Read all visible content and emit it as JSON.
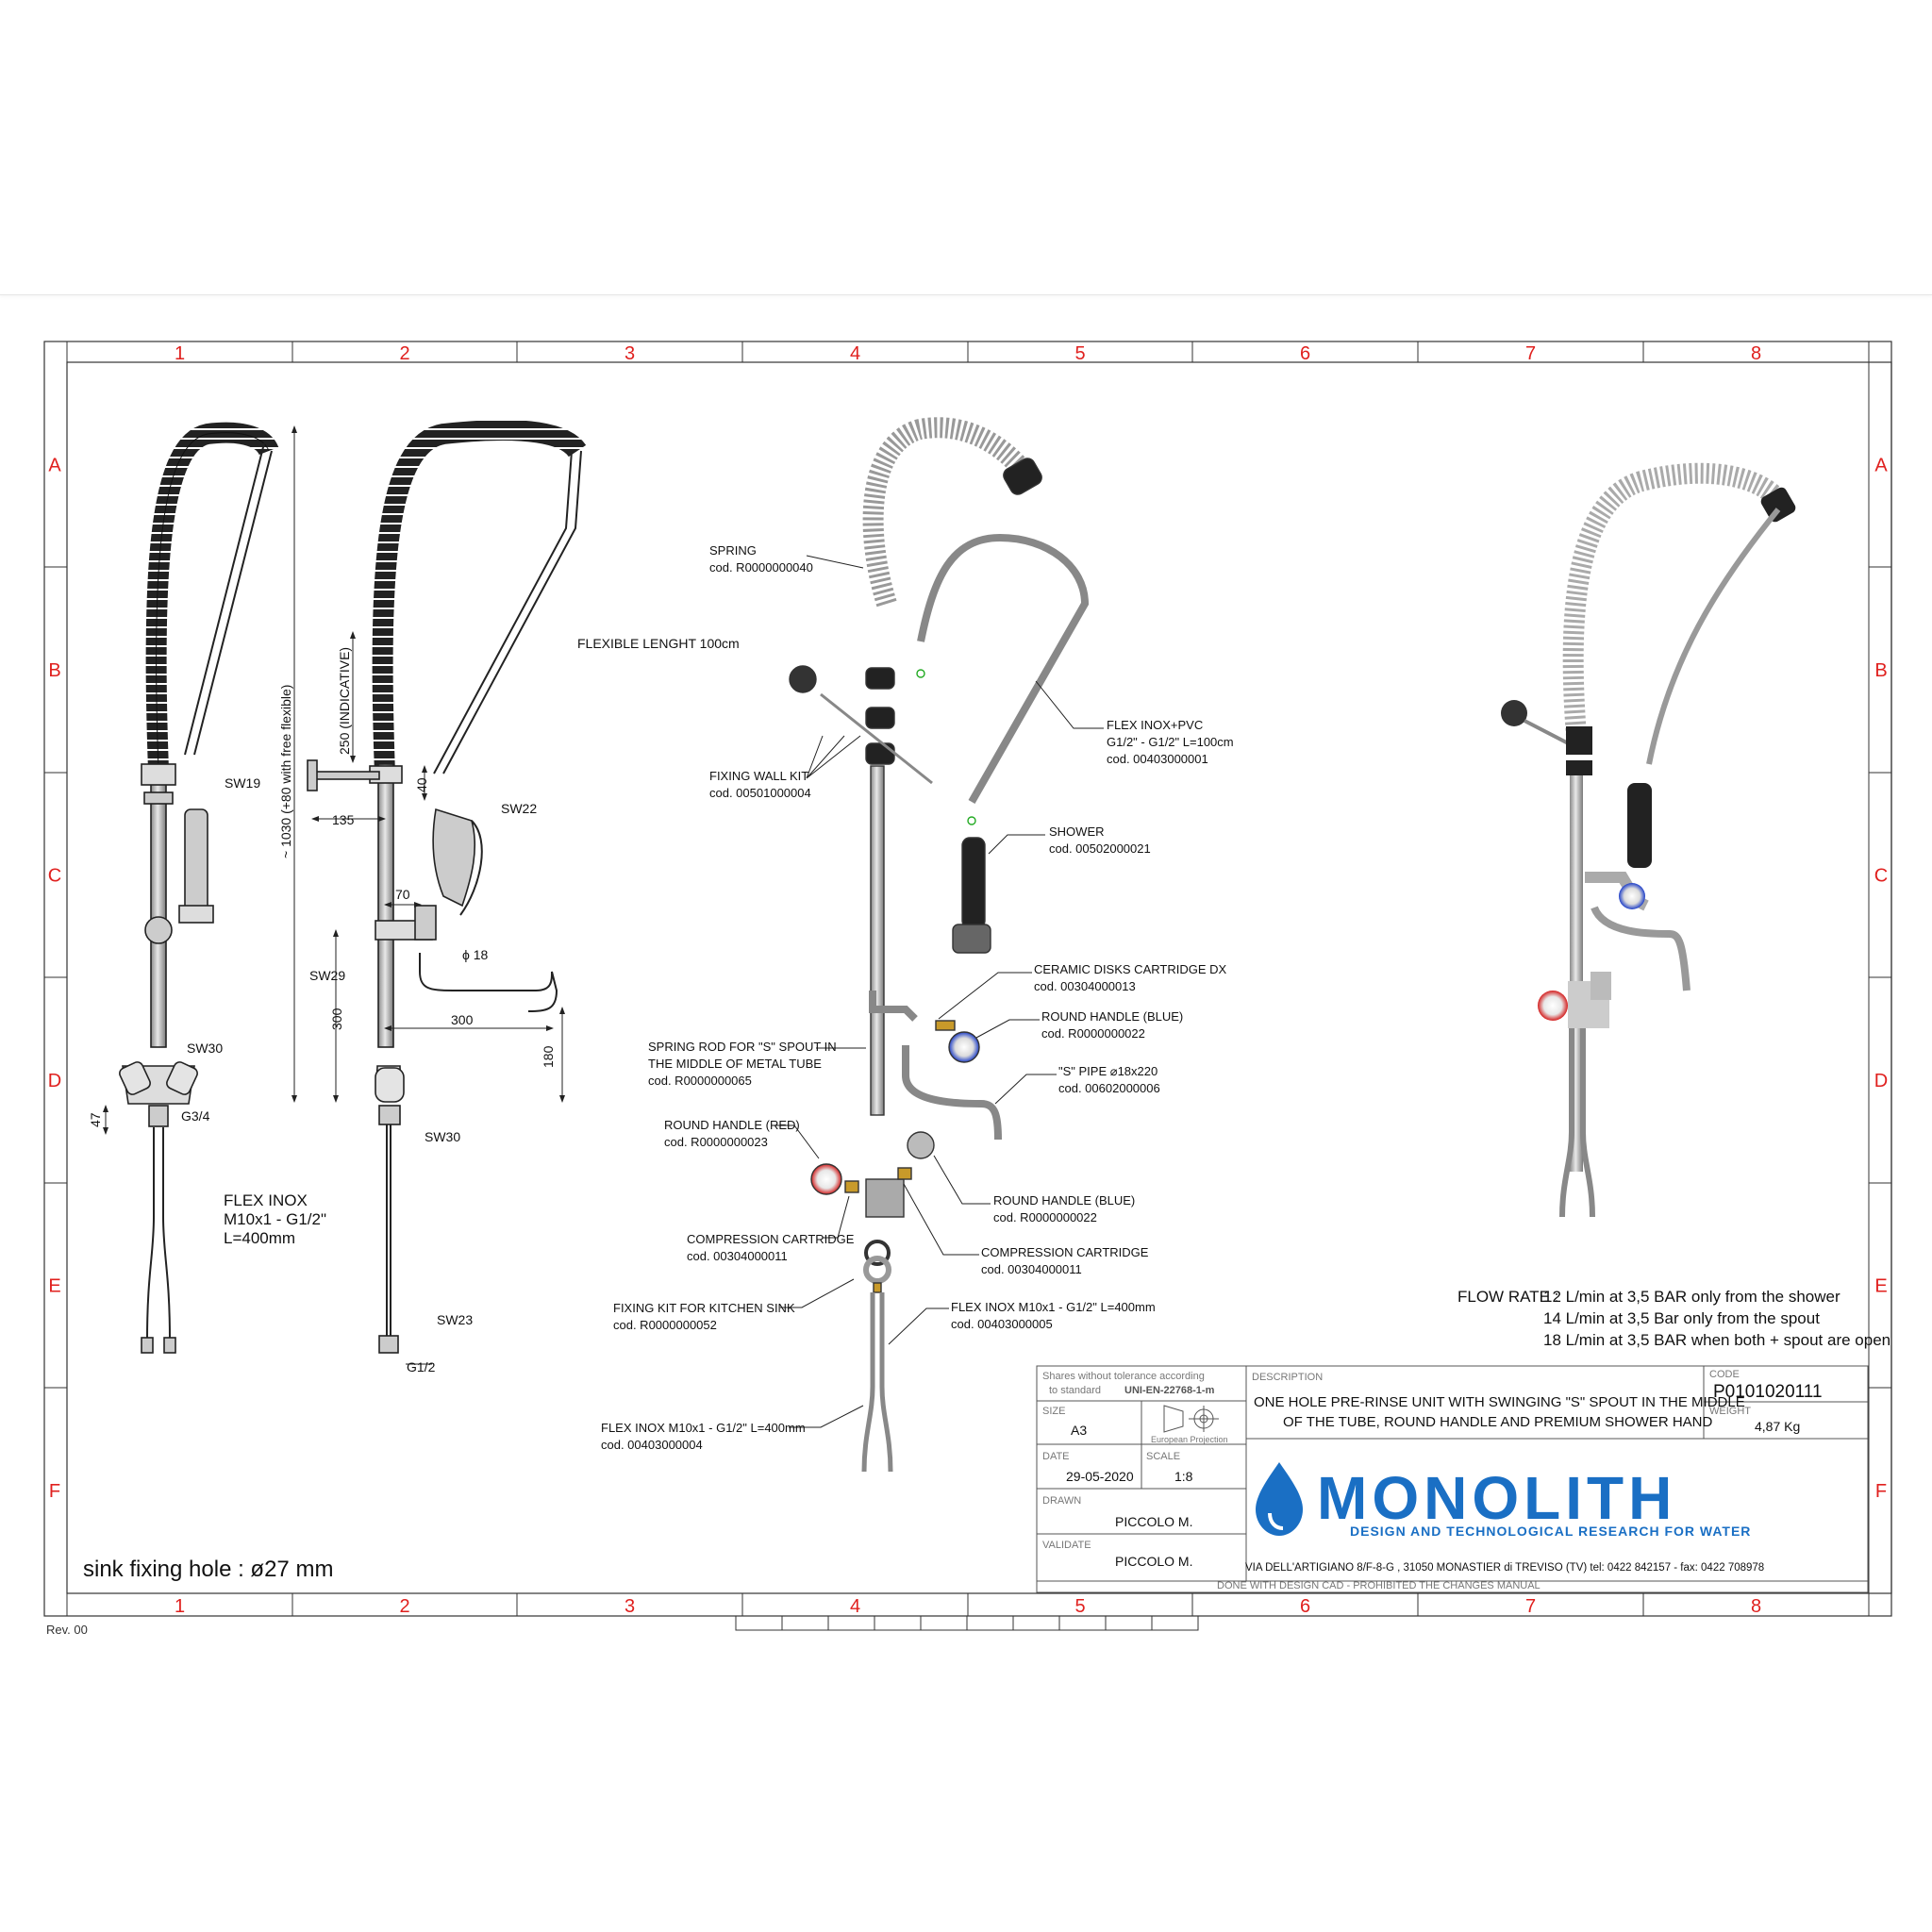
{
  "grid": {
    "columns": [
      "1",
      "2",
      "3",
      "4",
      "5",
      "6",
      "7",
      "8"
    ],
    "rows": [
      "A",
      "B",
      "C",
      "D",
      "E",
      "F"
    ],
    "color": "#e0201e"
  },
  "left_view": {
    "labels": {
      "sw19": "SW19",
      "sw22": "SW22",
      "sw29": "SW29",
      "sw30_a": "SW30",
      "sw30_b": "SW30",
      "sw23": "SW23",
      "g34": "G3/4",
      "g12": "G1/2",
      "flexible_length": "FLEXIBLE LENGHT 100cm",
      "flex_inox_1": "FLEX INOX",
      "flex_inox_2": "M10x1 - G1/2\"",
      "flex_inox_3": "L=400mm"
    },
    "dimensions": {
      "height": "~ 1030 (+80 with free flexible)",
      "indicative": "250 (INDICATIVE)",
      "d135": "135",
      "d40": "40",
      "d70": "70",
      "phi18": "ϕ 18",
      "d300_vertical": "300",
      "d300_horizontal": "300",
      "d180": "180",
      "d47": "47"
    },
    "sink_hole": "sink fixing hole : ø27 mm"
  },
  "exploded_view": {
    "parts": [
      {
        "id": "spring",
        "name": "SPRING",
        "code": "cod. R0000000040"
      },
      {
        "id": "fixing-wall-kit",
        "name": "FIXING WALL KIT",
        "code": "cod. 00501000004"
      },
      {
        "id": "flex-inox-pvc",
        "name": "FLEX INOX+PVC",
        "spec": "G1/2\" - G1/2\" L=100cm",
        "code": "cod. 00403000001"
      },
      {
        "id": "shower",
        "name": "SHOWER",
        "code": "cod. 00502000021"
      },
      {
        "id": "ceramic-disks",
        "name": "CERAMIC DISKS CARTRIDGE DX",
        "code": "cod. 00304000013"
      },
      {
        "id": "round-handle-blue-1",
        "name": "ROUND HANDLE (BLUE)",
        "code": "cod. R0000000022"
      },
      {
        "id": "spring-rod",
        "name": "SPRING ROD FOR \"S\" SPOUT IN",
        "spec": "THE MIDDLE OF METAL TUBE",
        "code": "cod. R0000000065"
      },
      {
        "id": "s-pipe",
        "name": "\"S\" PIPE ⌀18x220",
        "code": "cod. 00602000006"
      },
      {
        "id": "round-handle-red",
        "name": "ROUND HANDLE (RED)",
        "code": "cod. R0000000023"
      },
      {
        "id": "round-handle-blue-2",
        "name": "ROUND HANDLE (BLUE)",
        "code": "cod. R0000000022"
      },
      {
        "id": "compression-cartridge-1",
        "name": "COMPRESSION CARTRIDGE",
        "code": "cod. 00304000011"
      },
      {
        "id": "compression-cartridge-2",
        "name": "COMPRESSION CARTRIDGE",
        "code": "cod. 00304000011"
      },
      {
        "id": "fixing-kit-sink",
        "name": "FIXING KIT FOR KITCHEN SINK",
        "code": "cod. R0000000052"
      },
      {
        "id": "flex-inox-1",
        "name": "FLEX INOX M10x1 - G1/2\" L=400mm",
        "code": "cod. 00403000005"
      },
      {
        "id": "flex-inox-2",
        "name": "FLEX INOX M10x1 - G1/2\" L=400mm",
        "code": "cod. 00403000004"
      }
    ]
  },
  "flow_rate": {
    "label": "FLOW RATE :",
    "lines": [
      "12 L/min at 3,5 BAR only from the shower",
      "14 L/min at 3,5 Bar only from the spout",
      "18 L/min at 3,5 BAR when both + spout are open"
    ]
  },
  "title_block": {
    "tolerance_1": "Shares without tolerance according",
    "tolerance_2": "to standard",
    "tolerance_standard": "UNI-EN-22768-1-m",
    "size_label": "SIZE",
    "size": "A3",
    "projection": "European Projection",
    "date_label": "DATE",
    "date": "29-05-2020",
    "scale_label": "SCALE",
    "scale": "1:8",
    "drawn_label": "DRAWN",
    "drawn": "PICCOLO M.",
    "validate_label": "VALIDATE",
    "validate": "PICCOLO M.",
    "description_label": "DESCRIPTION",
    "description_1": "ONE HOLE PRE-RINSE UNIT WITH SWINGING \"S\" SPOUT IN THE MIDDLE",
    "description_2": "OF THE TUBE, ROUND HANDLE AND PREMIUM SHOWER HAND",
    "code_label": "CODE",
    "code": "P0101020111",
    "weight_label": "WEIGHT",
    "weight": "4,87 Kg",
    "brand": "MONOLITH",
    "tagline": "DESIGN AND TECHNOLOGICAL RESEARCH FOR WATER",
    "address": "VIA DELL'ARTIGIANO 8/F-8-G , 31050 MONASTIER di TREVISO (TV) tel: 0422 842157 - fax: 0422 708978",
    "footer": "DONE WITH DESIGN CAD - PROHIBITED THE CHANGES MANUAL",
    "brand_color": "#1a6fc4"
  },
  "revision": "Rev. 00"
}
